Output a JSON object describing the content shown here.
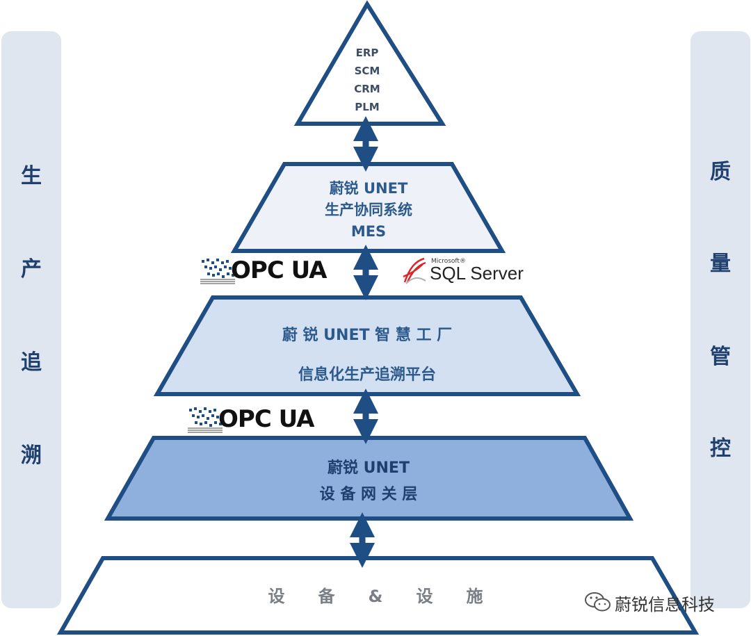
{
  "left_bar": {
    "chars": [
      "生",
      "产",
      "追",
      "溯"
    ]
  },
  "right_bar": {
    "chars": [
      "质",
      "量",
      "管",
      "控"
    ]
  },
  "top_layer": {
    "lines": [
      "ERP",
      "SCM",
      "CRM",
      "PLM"
    ]
  },
  "mes_layer": {
    "lines": [
      "蔚锐 UNET",
      "生产协同系统",
      "MES"
    ]
  },
  "factory_layer": {
    "lines": [
      "蔚 锐 UNET 智 慧 工 厂",
      "信息化生产追溯平台"
    ]
  },
  "gateway_layer": {
    "lines": [
      "蔚锐 UNET",
      "设 备 网 关 层"
    ]
  },
  "device_layer": {
    "label": "设　　备　　&　　设　　施"
  },
  "logos": {
    "opc_text": "OPC UA",
    "sql_small": "Microsoft®",
    "sql_text": "SQL Server"
  },
  "watermark": {
    "text": "蔚锐信息科技",
    "icon": "wechat-icon"
  },
  "colors": {
    "outline": "#1f4e85",
    "top_fill": "#ffffff",
    "mes_fill": "#eef2f8",
    "factory_fill": "#d3e0f1",
    "gateway_fill": "#8fb0dc",
    "device_fill": "#ffffff",
    "side_bar": "#dfe6f0"
  }
}
